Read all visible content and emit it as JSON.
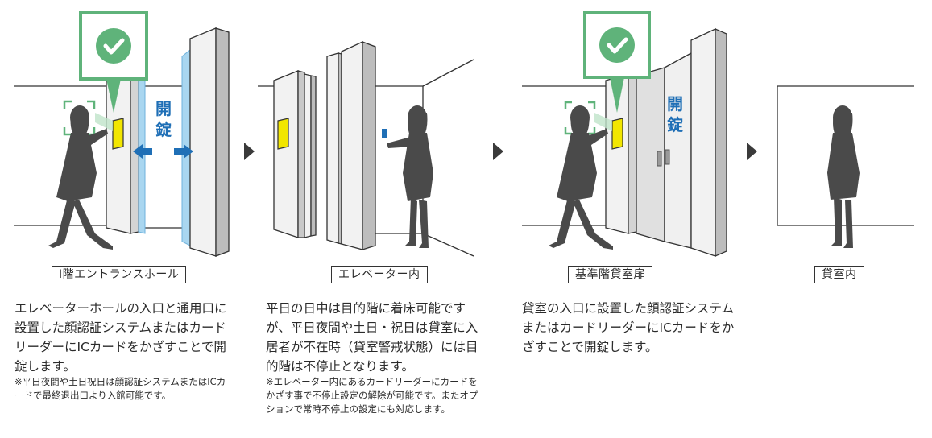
{
  "steps": [
    {
      "label": "Ⅰ階エントランスホール",
      "description": "エレベーターホールの入口と通用口に設置した顔認証システムまたはカードリーダーにICカードをかざすことで開錠します。",
      "note": "※平日夜間や土日祝日は顔認証システムまたはICカードで最終退出口より入館可能です。",
      "unlock_text": "開錠"
    },
    {
      "label": "エレベーター内",
      "description": "平日の日中は目的階に着床可能ですが、平日夜間や土日・祝日は貸室に入居者が不在時（貸室警戒状態）には目的階は不停止となります。",
      "note": "※エレベーター内にあるカードリーダーにカードをかざす事で不停止設定の解除が可能です。またオプションで常時不停止の設定にも対応します。"
    },
    {
      "label": "基準階貸室扉",
      "description": "貸室の入口に設置した顔認証システムまたはカードリーダーにICカードをかざすことで開錠します。",
      "unlock_text": "開錠"
    },
    {
      "label": "貸室内"
    }
  ],
  "colors": {
    "check_green": "#5fb37a",
    "unlock_blue": "#1f6fb6",
    "glass_blue": "#a9d6f0",
    "reader_yellow": "#f2e600",
    "silhouette": "#4a4a4a"
  },
  "icons": [
    "check-icon",
    "face-scan-icon",
    "arrow-right-icon",
    "arrow-left-icon"
  ]
}
